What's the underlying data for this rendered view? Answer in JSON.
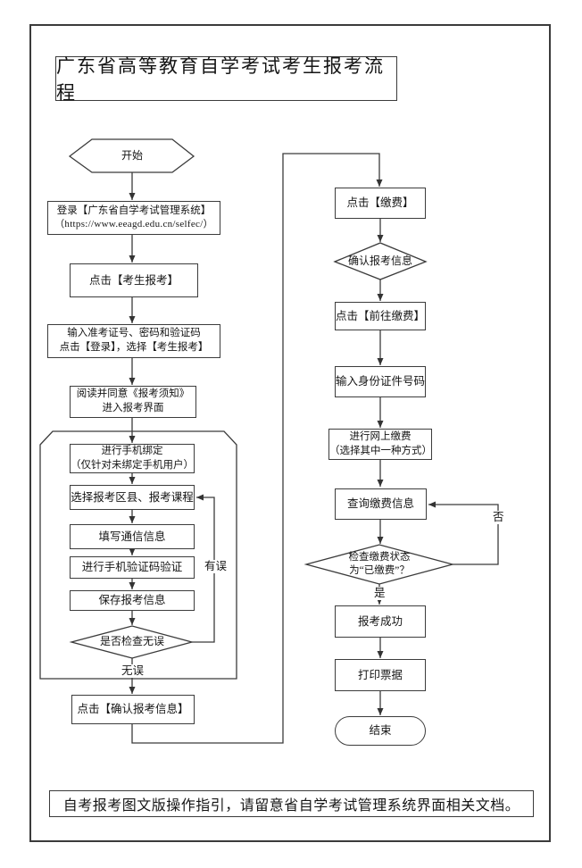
{
  "title": "广东省高等教育自学考试考生报考流程",
  "footer": "自考报考图文版操作指引，请留意省自学考试管理系统界面相关文档。",
  "colors": {
    "line": "#3b3b3b",
    "text": "#151515",
    "background": "#ffffff"
  },
  "nodes": {
    "start": "开始",
    "login": {
      "l1": "登录【广东省自学考试管理系统】",
      "l2": "（https://www.eeagd.edu.cn/selfec/）"
    },
    "click_register": "点击【考生报考】",
    "input_credentials": {
      "l1": "输入准考证号、密码和验证码",
      "l2": "点击【登录】，选择【考生报考】"
    },
    "read_notice": {
      "l1": "阅读并同意《报考须知》",
      "l2": "进入报考界面"
    },
    "bind_phone": {
      "l1": "进行手机绑定",
      "l2": "（仅针对未绑定手机用户）"
    },
    "select_course": "选择报考区县、报考课程",
    "fill_contact": "填写通信信息",
    "verify_sms": "进行手机验证码验证",
    "save_info": "保存报考信息",
    "check_ok": "是否检查无误",
    "confirm_info": "点击【确认报考信息】",
    "click_pay": "点击【缴费】",
    "confirm_pay_info": "确认报考信息",
    "go_pay": "点击【前往缴费】",
    "input_id": "输入身份证件号码",
    "online_pay": {
      "l1": "进行网上缴费",
      "l2": "（选择其中一种方式）"
    },
    "query_pay": "查询缴费信息",
    "check_paid": {
      "l1": "检查缴费状态",
      "l2": "为“已缴费”？"
    },
    "success": "报考成功",
    "print_receipt": "打印票据",
    "end": "结束"
  },
  "edge_labels": {
    "error": "有误",
    "no_error": "无误",
    "no": "否",
    "yes": "是"
  }
}
